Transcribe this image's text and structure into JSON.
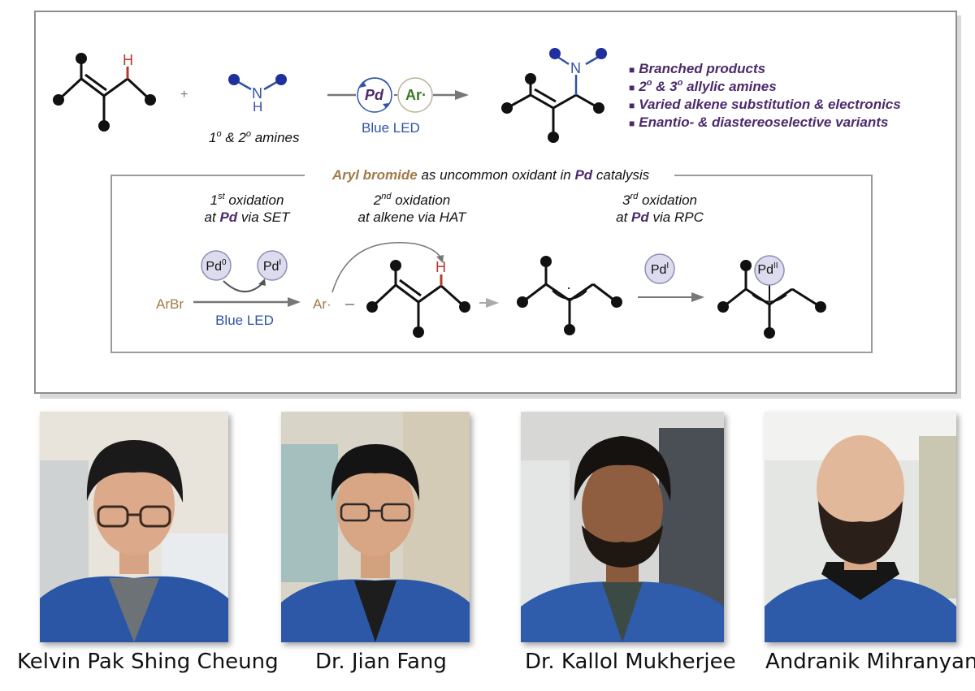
{
  "colors": {
    "purple": "#4b2a6b",
    "blue": "#2f52a8",
    "brown": "#8a6a45",
    "hydrogen": "#b53a2a",
    "catalyst_fill": "#dcdcee",
    "green": "#3a7a22"
  },
  "reaction": {
    "hydrogen_label": "H",
    "plus": "+",
    "amine_n": "N",
    "amine_h": "H",
    "amine_caption_1": "1",
    "amine_caption_sup1": "o",
    "amine_caption_mid": " & 2",
    "amine_caption_sup2": "o",
    "amine_caption_end": " amines",
    "pd_label": "Pd",
    "ar_label": "Ar",
    "ar_dot": "·",
    "blue_led": "Blue LED",
    "product_n": "N"
  },
  "bullets": {
    "marker": "■",
    "b1": "Branched products",
    "b2_a": "2",
    "b2_sup1": "o",
    "b2_b": " & 3",
    "b2_sup2": "o",
    "b2_c": " allylic amines",
    "b3": "Varied alkene substitution & electronics",
    "b4": "Enantio- & diastereoselective variants"
  },
  "mechanism": {
    "header_aryl": "Aryl bromide",
    "header_middle": " as uncommon oxidant in ",
    "header_pd": "Pd",
    "header_end": " catalysis",
    "ox1_num": "1",
    "ox1_sup": "st",
    "ox1_rest": " oxidation",
    "ox1_at": "at ",
    "ox1_pd": "Pd",
    "ox1_via": " via SET",
    "ox2_num": "2",
    "ox2_sup": "nd",
    "ox2_rest": " oxidation",
    "ox2_line2": "at alkene via HAT",
    "ox3_num": "3",
    "ox3_sup": "rd",
    "ox3_rest": " oxidation",
    "ox3_at": "at ",
    "ox3_pd": "Pd",
    "ox3_via": " via RPC",
    "arbr": "ArBr",
    "pd0_base": "Pd",
    "pd0_sup": "0",
    "pd1_base": "Pd",
    "pd1_sup": "I",
    "blue_led": "Blue LED",
    "ar_radical": "Ar",
    "ar_dot": "·",
    "h_label": "H",
    "radical_dot": "·",
    "pd1b_base": "Pd",
    "pd1b_sup": "I",
    "pd2_base": "Pd",
    "pd2_sup": "II"
  },
  "people": [
    {
      "name": "Kelvin Pak Shing Cheung"
    },
    {
      "name": "Dr. Jian Fang"
    },
    {
      "name": "Dr. Kallol Mukherjee"
    },
    {
      "name": "Andranik Mihranyan"
    }
  ]
}
